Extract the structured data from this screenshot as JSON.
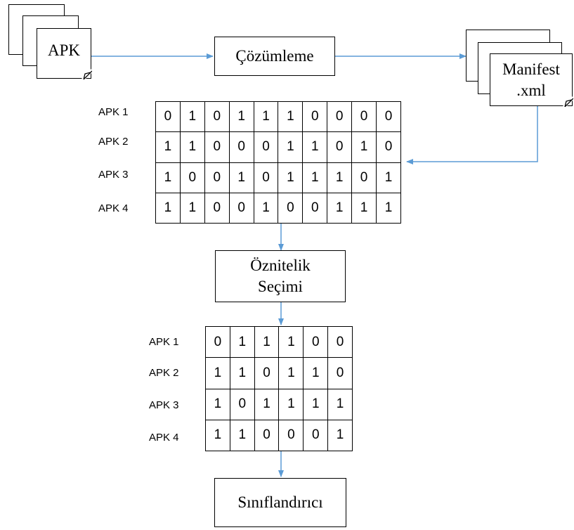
{
  "apk_stack": {
    "label": "APK"
  },
  "decompile_box": {
    "label": "Çözümleme"
  },
  "manifest_stack": {
    "line1": "Manifest",
    "line2": ".xml"
  },
  "feature_selection_box": {
    "line1": "Öznitelik",
    "line2": "Seçimi"
  },
  "classifier_box": {
    "label": "Sınıflandırıcı"
  },
  "full_matrix": {
    "row_labels": [
      "APK 1",
      "APK 2",
      "APK 3",
      "APK 4"
    ],
    "rows": [
      [
        "0",
        "1",
        "0",
        "1",
        "1",
        "1",
        "0",
        "0",
        "0",
        "0"
      ],
      [
        "1",
        "1",
        "0",
        "0",
        "0",
        "1",
        "1",
        "0",
        "1",
        "0"
      ],
      [
        "1",
        "0",
        "0",
        "1",
        "0",
        "1",
        "1",
        "1",
        "0",
        "1"
      ],
      [
        "1",
        "1",
        "0",
        "0",
        "1",
        "0",
        "0",
        "1",
        "1",
        "1"
      ]
    ]
  },
  "selected_matrix": {
    "row_labels": [
      "APK 1",
      "APK 2",
      "APK 3",
      "APK 4"
    ],
    "rows": [
      [
        "0",
        "1",
        "1",
        "1",
        "0",
        "0"
      ],
      [
        "1",
        "1",
        "0",
        "1",
        "1",
        "0"
      ],
      [
        "1",
        "0",
        "1",
        "1",
        "1",
        "1"
      ],
      [
        "1",
        "1",
        "0",
        "0",
        "0",
        "1"
      ]
    ]
  },
  "colors": {
    "arrow": "#5b9bd5",
    "stroke": "#000000"
  }
}
